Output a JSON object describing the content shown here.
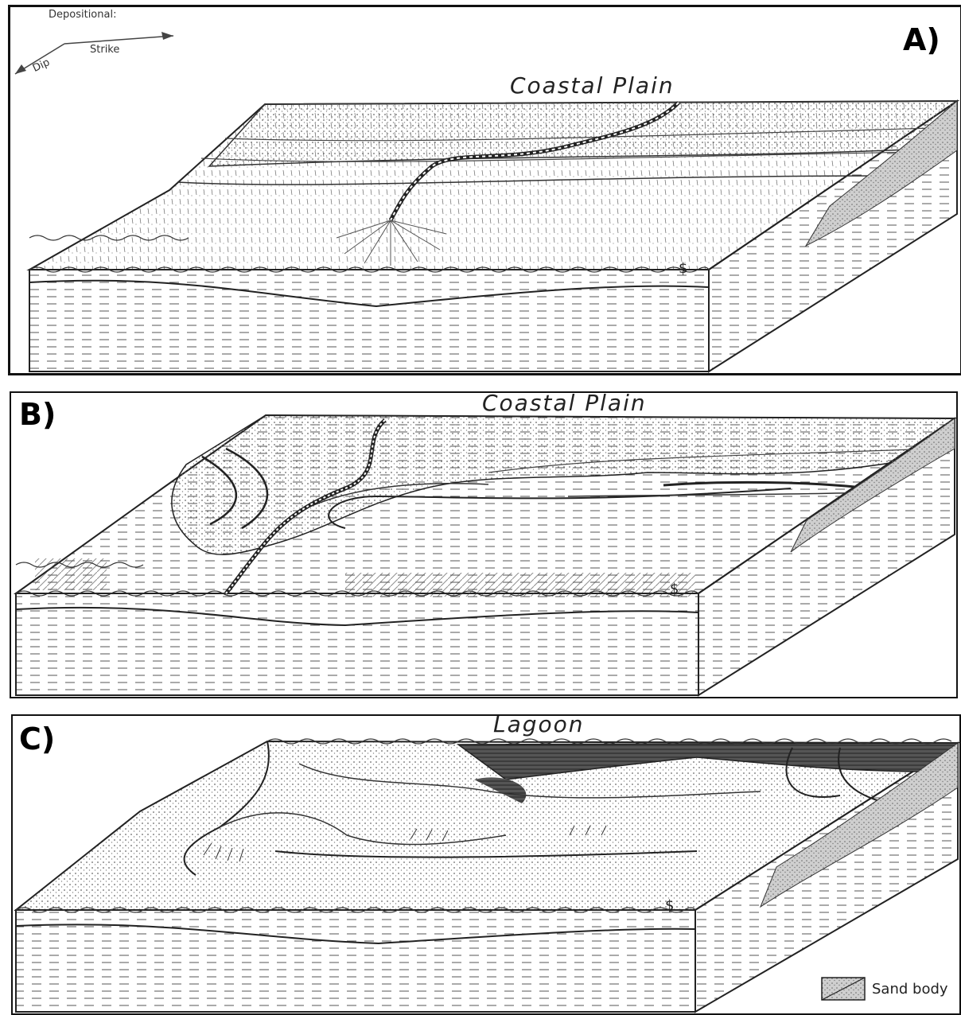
{
  "compass": {
    "heading": "Depositional:",
    "strike_label": "Strike",
    "dip_label": "Dip"
  },
  "panels": [
    {
      "letter": "A)",
      "region_label": "Coastal Plain",
      "sea_level_symbol": "$"
    },
    {
      "letter": "B)",
      "region_label": "Coastal Plain",
      "sea_level_symbol": "$"
    },
    {
      "letter": "C)",
      "region_label": "Lagoon",
      "sea_level_symbol": "$"
    }
  ],
  "legend": {
    "label": "Sand body"
  }
}
